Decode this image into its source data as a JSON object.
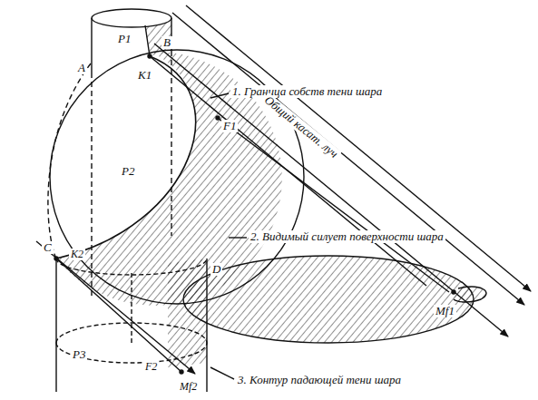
{
  "diagram": {
    "labels": [
      "P1",
      "B",
      "A",
      "K1",
      "1. Граница собств тени шара",
      "F1",
      "Общий касат. луч",
      "P2",
      "2. Видимый силует поверхности шара",
      "C",
      "K2",
      "D",
      "P3",
      "F2",
      "Mf2",
      "Mf1",
      "3. Контур падающей тени шара"
    ]
  }
}
